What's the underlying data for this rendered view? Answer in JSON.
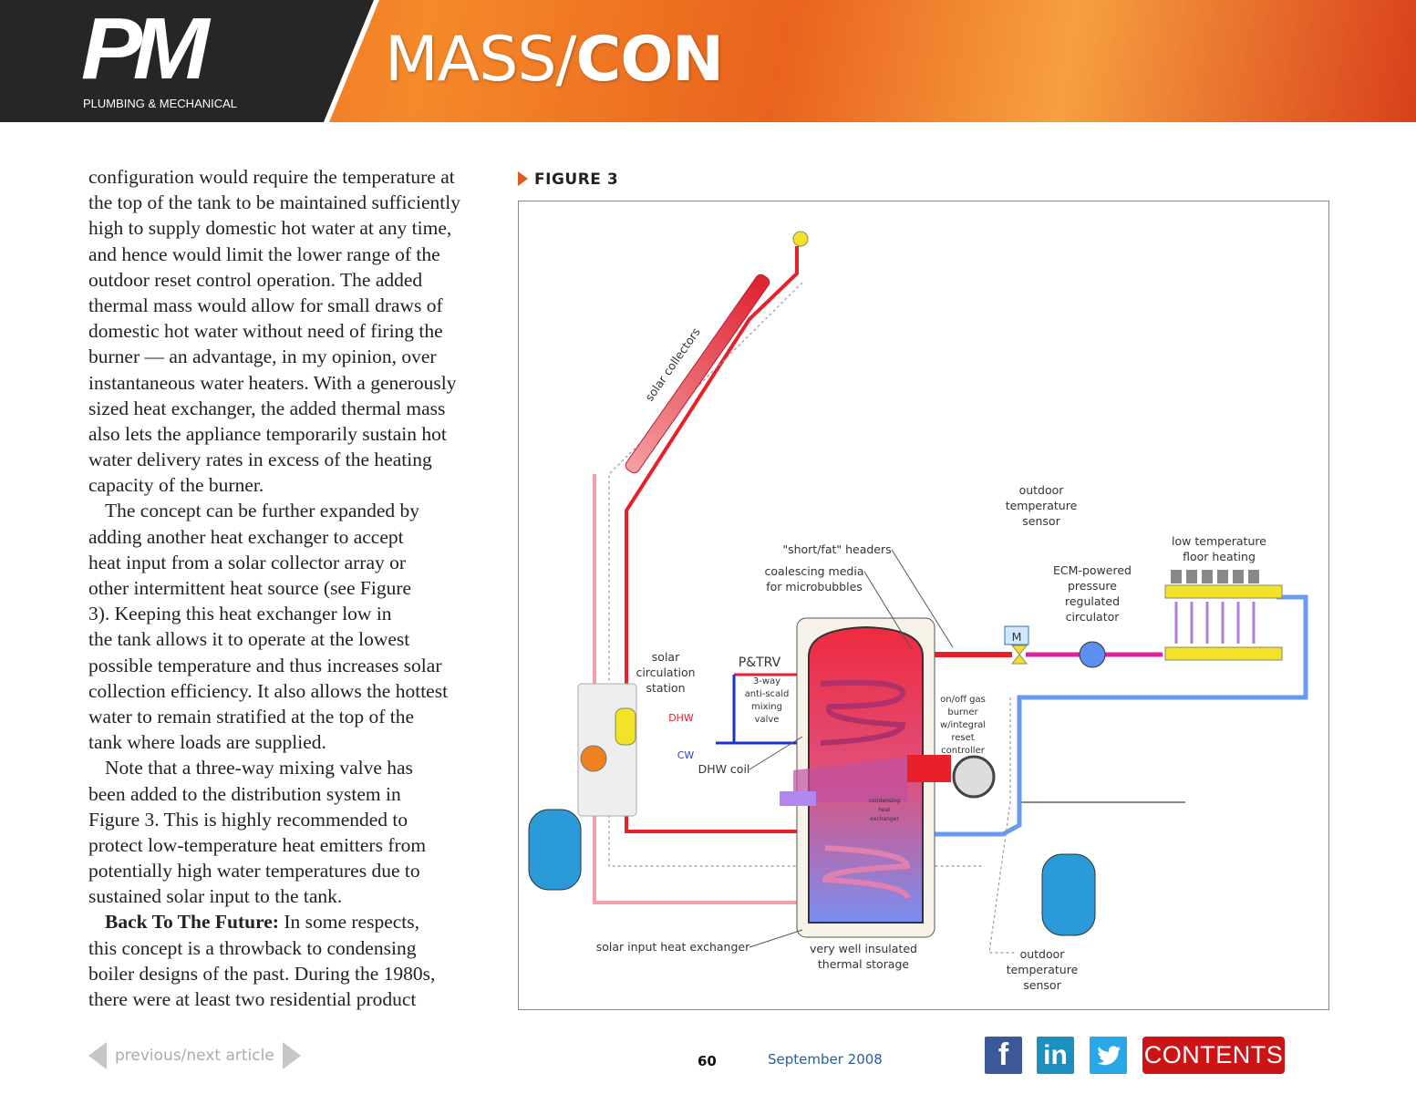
{
  "header": {
    "logo": "PM",
    "logo_subtitle": "PLUMBING & MECHANICAL",
    "section_light": "MASS/",
    "section_bold": "CON"
  },
  "body": {
    "lines": [
      {
        "t": "configuration would require the temperature at"
      },
      {
        "t": "the top of the tank to be maintained sufficiently"
      },
      {
        "t": "high to supply domestic hot water at any time,"
      },
      {
        "t": "and hence would limit the lower range of the"
      },
      {
        "t": "outdoor reset control operation. The added"
      },
      {
        "t": "thermal mass would allow for small draws of"
      },
      {
        "t": "domestic hot water without need of firing the"
      },
      {
        "t": "burner — an advantage, in my opinion, over"
      },
      {
        "t": "instantaneous water heaters. With a generously"
      },
      {
        "t": "sized heat exchanger, the added thermal mass"
      },
      {
        "t": "also lets the appliance temporarily sustain hot"
      },
      {
        "t": "water delivery rates in excess of the heating"
      },
      {
        "t": "capacity of the burner."
      },
      {
        "t": "The concept can be further expanded by",
        "indent": true
      },
      {
        "t": "adding another heat exchanger to accept"
      },
      {
        "t": "heat input from a solar collector array or"
      },
      {
        "t": "other intermittent heat source (see Figure"
      },
      {
        "t": "3). Keeping this heat exchanger low in"
      },
      {
        "t": "the tank allows it to operate at the lowest"
      },
      {
        "t": "possible temperature and thus increases solar"
      },
      {
        "t": "collection efficiency. It also allows the hottest"
      },
      {
        "t": "water to remain stratified at the top of the"
      },
      {
        "t": "tank where loads are supplied."
      },
      {
        "t": "Note that a three-way mixing valve has",
        "indent": true
      },
      {
        "t": "been added to the distribution system in"
      },
      {
        "t": "Figure 3.  This is highly recommended to"
      },
      {
        "t": "protect low-temperature heat emitters from"
      },
      {
        "t": "potentially high water temperatures due to"
      },
      {
        "t": "sustained solar input to the tank."
      },
      {
        "b": "Back To The Future:",
        "t": " In some respects,",
        "indent": true
      },
      {
        "t": "this concept is a throwback to condensing"
      },
      {
        "t": "boiler designs of the past. During the 1980s,"
      },
      {
        "t": "there were at least two residential product"
      }
    ]
  },
  "figure": {
    "title": "FIGURE 3",
    "labels": {
      "solar_collectors": "solar collectors",
      "outdoor_sensor_top": [
        "outdoor",
        "temperature",
        "sensor"
      ],
      "short_fat_headers": "\"short/fat\" headers",
      "coalescing": [
        "coalescing media",
        "for microbubbles"
      ],
      "floor_heating": [
        "low temperature",
        "floor heating"
      ],
      "ecm": [
        "ECM-powered",
        "pressure",
        "regulated",
        "circulator"
      ],
      "motor": "M",
      "solar_station": [
        "solar",
        "circulation",
        "station"
      ],
      "ptrv": "P&TRV",
      "mixing_valve": [
        "3-way",
        "anti-scald",
        "mixing",
        "valve"
      ],
      "dhw": "DHW",
      "cw": "CW",
      "dhw_coil": "DHW coil",
      "burner": [
        "on/off gas",
        "burner",
        "w/integral",
        "reset",
        "controller"
      ],
      "condensing_hx": [
        "condensing",
        "heat",
        "exchanger"
      ],
      "solar_hx": "solar input heat exchanger",
      "storage": [
        "very well insulated",
        "thermal storage"
      ],
      "outdoor_sensor_bottom": [
        "outdoor",
        "temperature",
        "sensor"
      ]
    },
    "colors": {
      "hot": "#e8202a",
      "cold": "#5b8ff0",
      "tank_blue": "#2a9ad8",
      "brass": "#f2e22a"
    }
  },
  "footer": {
    "nav_label": "previous/next article",
    "page_number": "60",
    "date": "September 2008",
    "social": {
      "facebook": "f",
      "linkedin": "in",
      "twitter": "twitter-bird"
    },
    "contents_label": "CONTENTS"
  }
}
